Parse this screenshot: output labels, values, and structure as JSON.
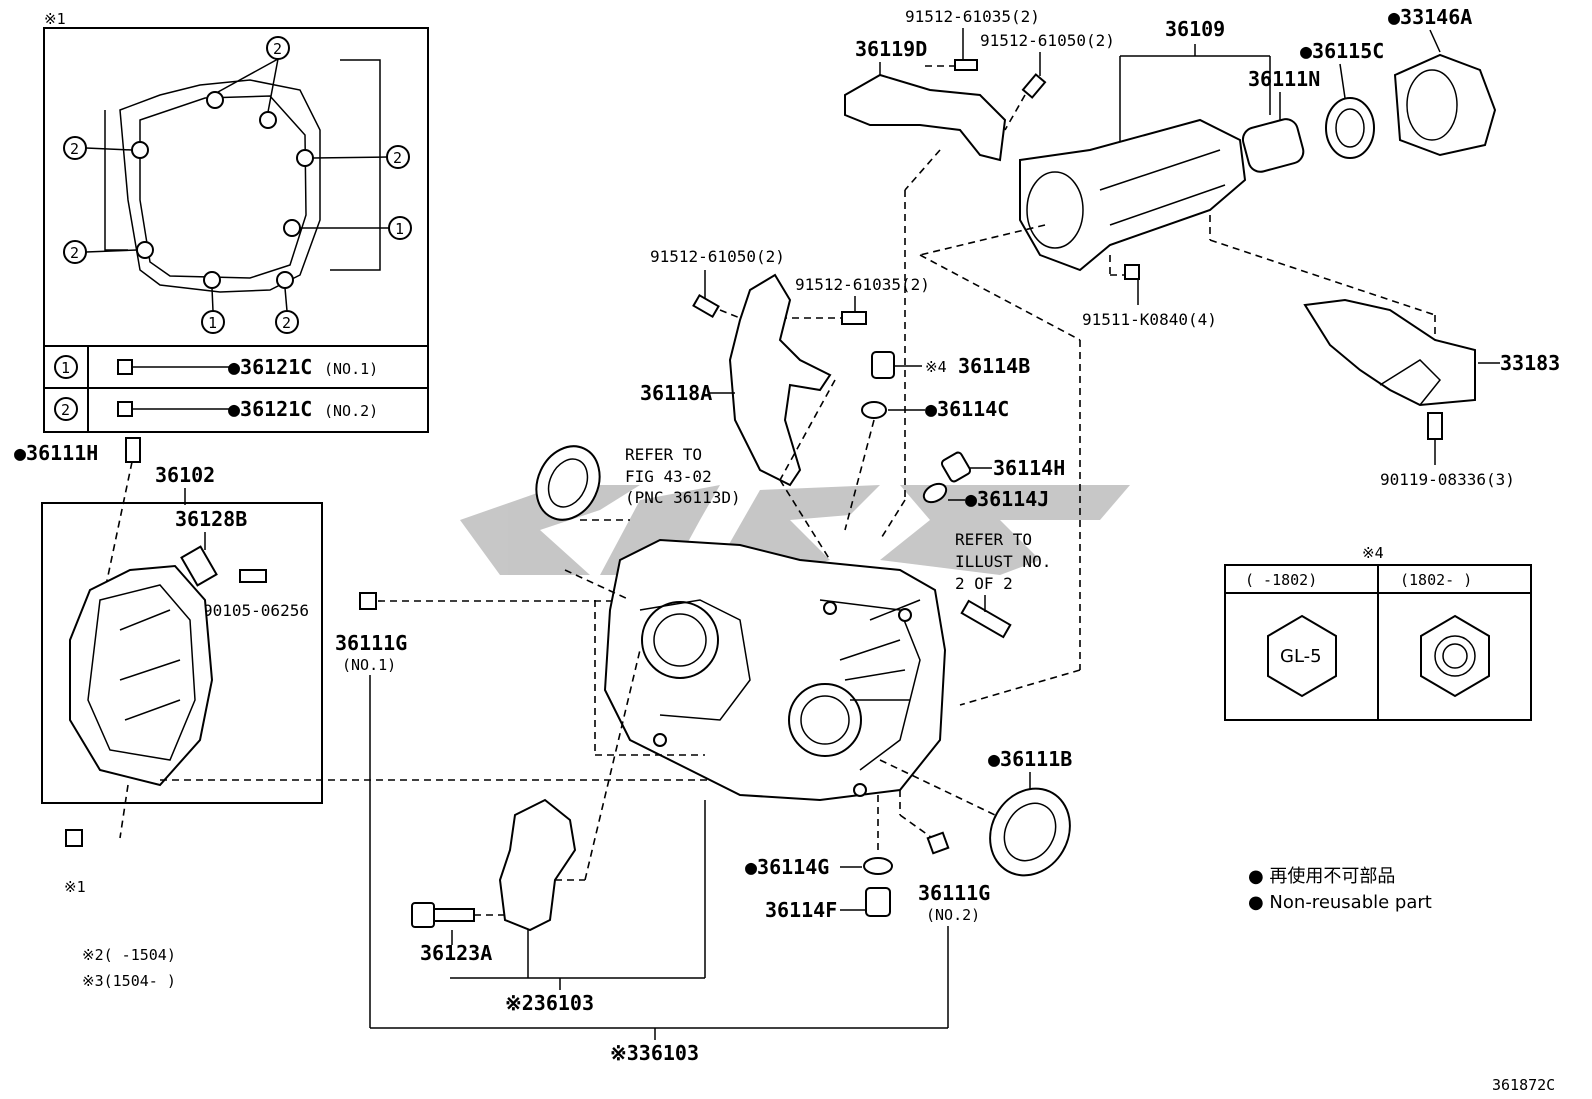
{
  "inset": {
    "marker": "※1",
    "circled_1": "1",
    "circled_2": "2",
    "legend_rows": [
      {
        "num": "1",
        "part": "●36121C",
        "note": "(NO.1)"
      },
      {
        "num": "2",
        "part": "●36121C",
        "note": "(NO.2)"
      }
    ]
  },
  "parts": {
    "p36111H": "●36111H",
    "p36102": "36102",
    "p36128B": "36128B",
    "p90105": "90105-06256",
    "p36111G_1": "36111G",
    "p36111G_1_note": "(NO.1)",
    "p_star1_bottom": "※1",
    "p36119D": "36119D",
    "p91512_61035_top": "91512-61035(2)",
    "p91512_61050_top": "91512-61050(2)",
    "p36109": "36109",
    "p33146A": "●33146A",
    "p36115C": "●36115C",
    "p36111N": "36111N",
    "p91511": "91511-K0840(4)",
    "p33183": "33183",
    "p90119": "90119-08336(3)",
    "p91512_61050_mid": "91512-61050(2)",
    "p91512_61035_mid": "91512-61035(2)",
    "p36118A": "36118A",
    "p36114B_mark": "※4",
    "p36114B": "36114B",
    "p36114C": "●36114C",
    "p36114H": "36114H",
    "p36114J": "●36114J",
    "refer1": [
      "REFER TO",
      "FIG 43-02",
      "(PNC 36113D)"
    ],
    "refer2": [
      "REFER TO",
      "ILLUST NO.",
      "2 OF 2"
    ],
    "p36111B": "●36111B",
    "p36114G": "●36114G",
    "p36114F": "36114F",
    "p36111G_2": "36111G",
    "p36111G_2_note": "(NO.2)",
    "p36123A": "36123A",
    "p36103_a": "※236103",
    "p36103_b": "※336103",
    "note2": "※2(    -1504)",
    "note3": "※3(1504-    )",
    "ref_code": "361872C"
  },
  "table4": {
    "marker": "※4",
    "col1": "(    -1802)",
    "col2": "(1802-    )",
    "gl_label": "GL-5"
  },
  "legend": {
    "jp": "● 再使用不可部品",
    "en": "● Non-reusable part"
  },
  "watermark": "CJC"
}
